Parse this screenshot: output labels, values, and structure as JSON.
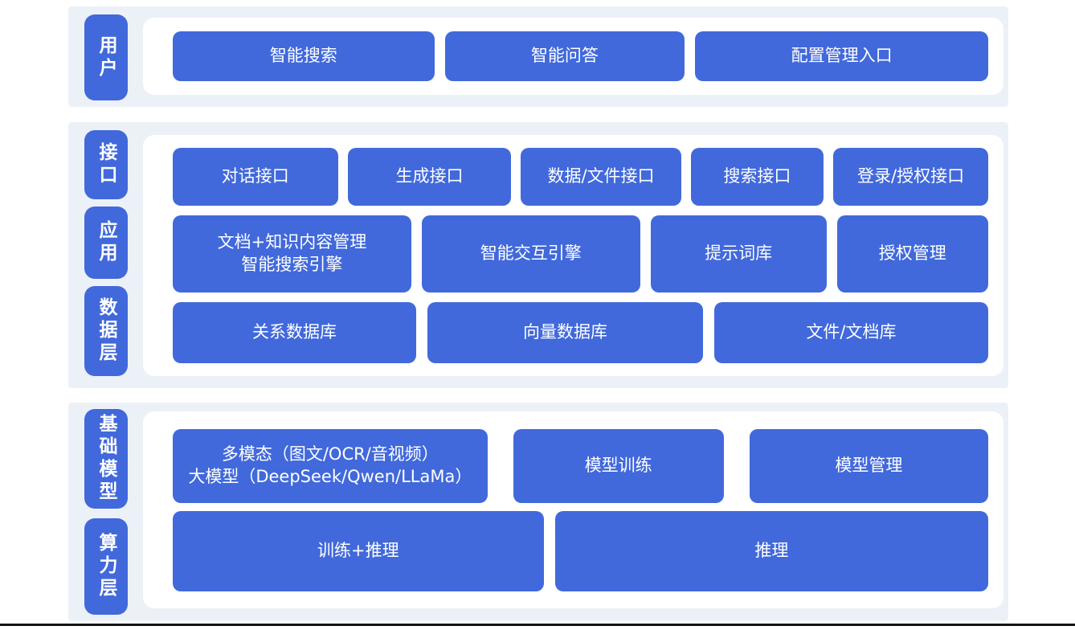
{
  "colors": {
    "accent": "#4169db",
    "panel_background": "#ecf1f8",
    "card_background": "#ffffff",
    "node_text": "#ffffff",
    "footer_divider": "#141414"
  },
  "layers": [
    {
      "side_labels": [
        {
          "text": "用户"
        }
      ],
      "rows": [
        {
          "nodes": [
            {
              "label": "智能搜索"
            },
            {
              "label": "智能问答"
            },
            {
              "label": "配置管理入口"
            }
          ]
        }
      ]
    },
    {
      "side_labels": [
        {
          "text": "接口"
        },
        {
          "text": "应用"
        },
        {
          "text": "数据层"
        }
      ],
      "rows": [
        {
          "nodes": [
            {
              "label": "对话接口"
            },
            {
              "label": "生成接口"
            },
            {
              "label": "数据/文件接口"
            },
            {
              "label": "搜索接口"
            },
            {
              "label": "登录/授权接口"
            }
          ]
        },
        {
          "nodes": [
            {
              "label": "文档+知识内容管理\n智能搜索引擎"
            },
            {
              "label": "智能交互引擎"
            },
            {
              "label": "提示词库"
            },
            {
              "label": "授权管理"
            }
          ]
        },
        {
          "nodes": [
            {
              "label": "关系数据库"
            },
            {
              "label": "向量数据库"
            },
            {
              "label": "文件/文档库"
            }
          ]
        }
      ]
    },
    {
      "side_labels": [
        {
          "text": "基础模型"
        },
        {
          "text": "算力层"
        }
      ],
      "rows": [
        {
          "nodes": [
            {
              "label": "多模态（图文/OCR/音视频）\n大模型（DeepSeek/Qwen/LLaMa）"
            },
            {
              "label": "模型训练"
            },
            {
              "label": "模型管理"
            }
          ]
        },
        {
          "nodes": [
            {
              "label": "训练+推理"
            },
            {
              "label": "推理"
            }
          ]
        }
      ]
    }
  ]
}
